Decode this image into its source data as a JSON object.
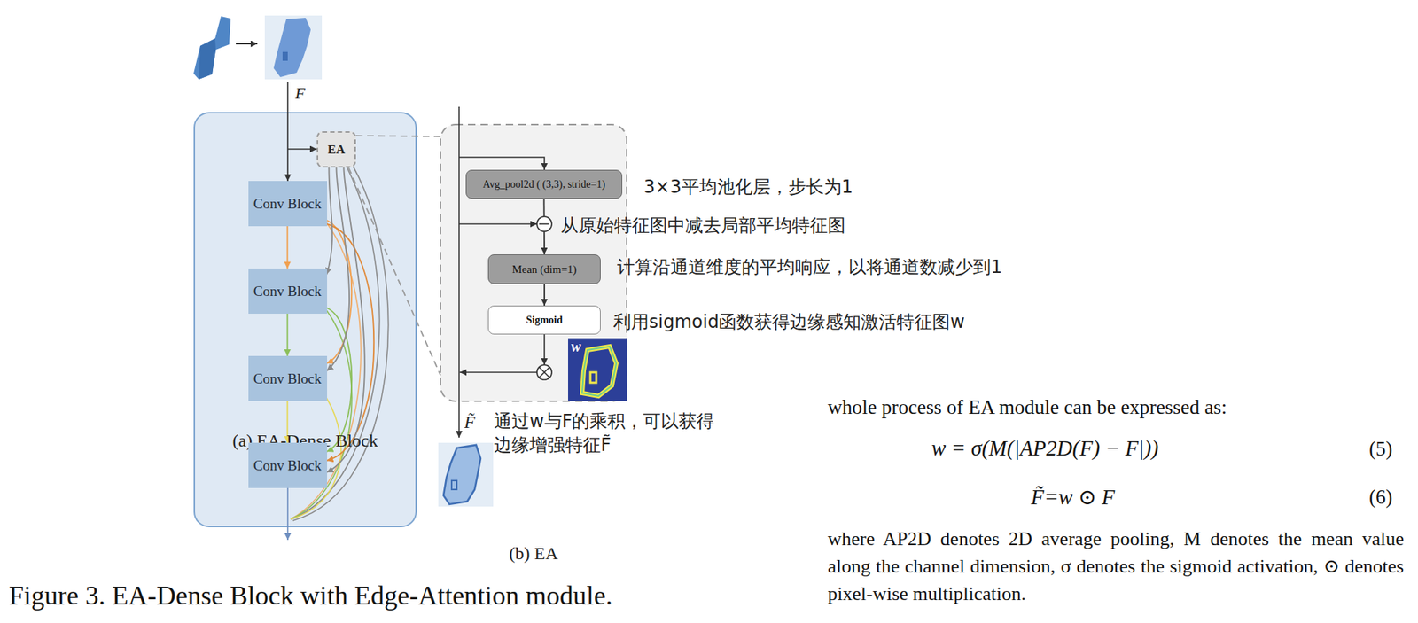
{
  "diagram": {
    "caption": "Figure 3. EA-Dense Block with Edge-Attention module.",
    "nodes": [
      {
        "text": [
          "(a) EA-Dense Block"
        ]
      },
      {
        "text": [
          "EA"
        ],
        "in": 0
      },
      {
        "text": [
          "Conv Block"
        ],
        "in": 0
      },
      {
        "text": [
          "Conv Block"
        ],
        "in": 0
      },
      {
        "text": [
          "Conv Block"
        ],
        "in": 0
      },
      {
        "text": [
          "Conv Block"
        ],
        "in": 0
      },
      {
        "text": [
          "(b) EA"
        ]
      },
      {
        "text": [
          "Avg_pool2d ( (3,3), stride=1)"
        ],
        "in": 6
      },
      {
        "text": [
          "Mean (dim=1)"
        ],
        "in": 6
      },
      {
        "text": [
          "Sigmoid"
        ],
        "in": 6
      }
    ],
    "edges": [
      {
        "from": 2,
        "to": 3,
        "arrow": "to"
      },
      {
        "from": 3,
        "to": 4,
        "arrow": "to"
      },
      {
        "from": 4,
        "to": 5,
        "arrow": "to"
      },
      {
        "from": 2,
        "to": 4,
        "arrow": "to"
      },
      {
        "from": 2,
        "to": 5,
        "arrow": "to"
      },
      {
        "from": 3,
        "to": 5,
        "arrow": "to"
      },
      {
        "from": 1,
        "to": 3,
        "arrow": "to"
      },
      {
        "from": 1,
        "to": 4,
        "arrow": "to"
      },
      {
        "from": 1,
        "to": 5,
        "arrow": "to"
      },
      {
        "from": 7,
        "to": 8,
        "arrow": "to"
      },
      {
        "from": 8,
        "to": 9,
        "arrow": "to"
      },
      {
        "from": 1,
        "to": 6,
        "arrow": "none"
      }
    ],
    "labels": [
      "F",
      "3×3平均池化层，步长为1",
      "从原始特征图中减去局部平均特征图",
      "计算沿通道维度的平均响应，以将通道数减少到1",
      "利用sigmoid函数获得边缘感知激活特征图w",
      "w",
      "通过w与F的乘积，可以获得 边缘增强特征F̃",
      "F̃",
      "whole process of EA module can be expressed as:",
      "w = σ(M(|AP2D(F) − F|))",
      "(5)",
      "F̃=w ⊙ F",
      "(6)",
      "where AP2D denotes 2D average pooling, M denotes the mean value along the channel dimension, σ denotes the sigmoid activation, ⊙ denotes pixel-wise multiplication."
    ]
  }
}
